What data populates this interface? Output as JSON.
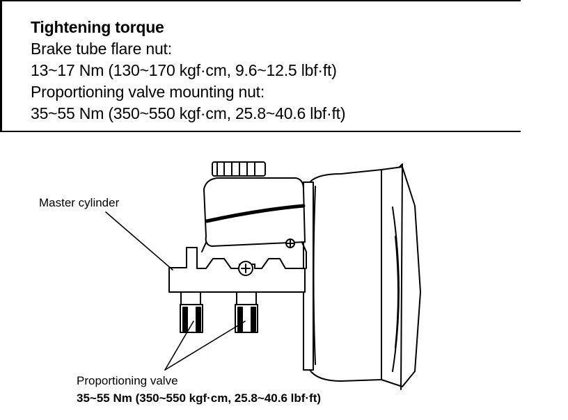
{
  "spec": {
    "heading": "Tightening torque",
    "items": [
      {
        "label": "Brake tube flare nut:",
        "value": "13~17 Nm (130~170 kgf·cm, 9.6~12.5 lbf·ft)"
      },
      {
        "label": "Proportioning valve mounting nut:",
        "value": "35~55 Nm (350~550 kgf·cm, 25.8~40.6 lbf·ft)"
      }
    ]
  },
  "diagram": {
    "master_cylinder_label": "Master cylinder",
    "proportioning_valve_label": "Proportioning valve",
    "proportioning_valve_torque": "35~55 Nm (350~550 kgf·cm, 25.8~40.6 lbf·ft)"
  }
}
